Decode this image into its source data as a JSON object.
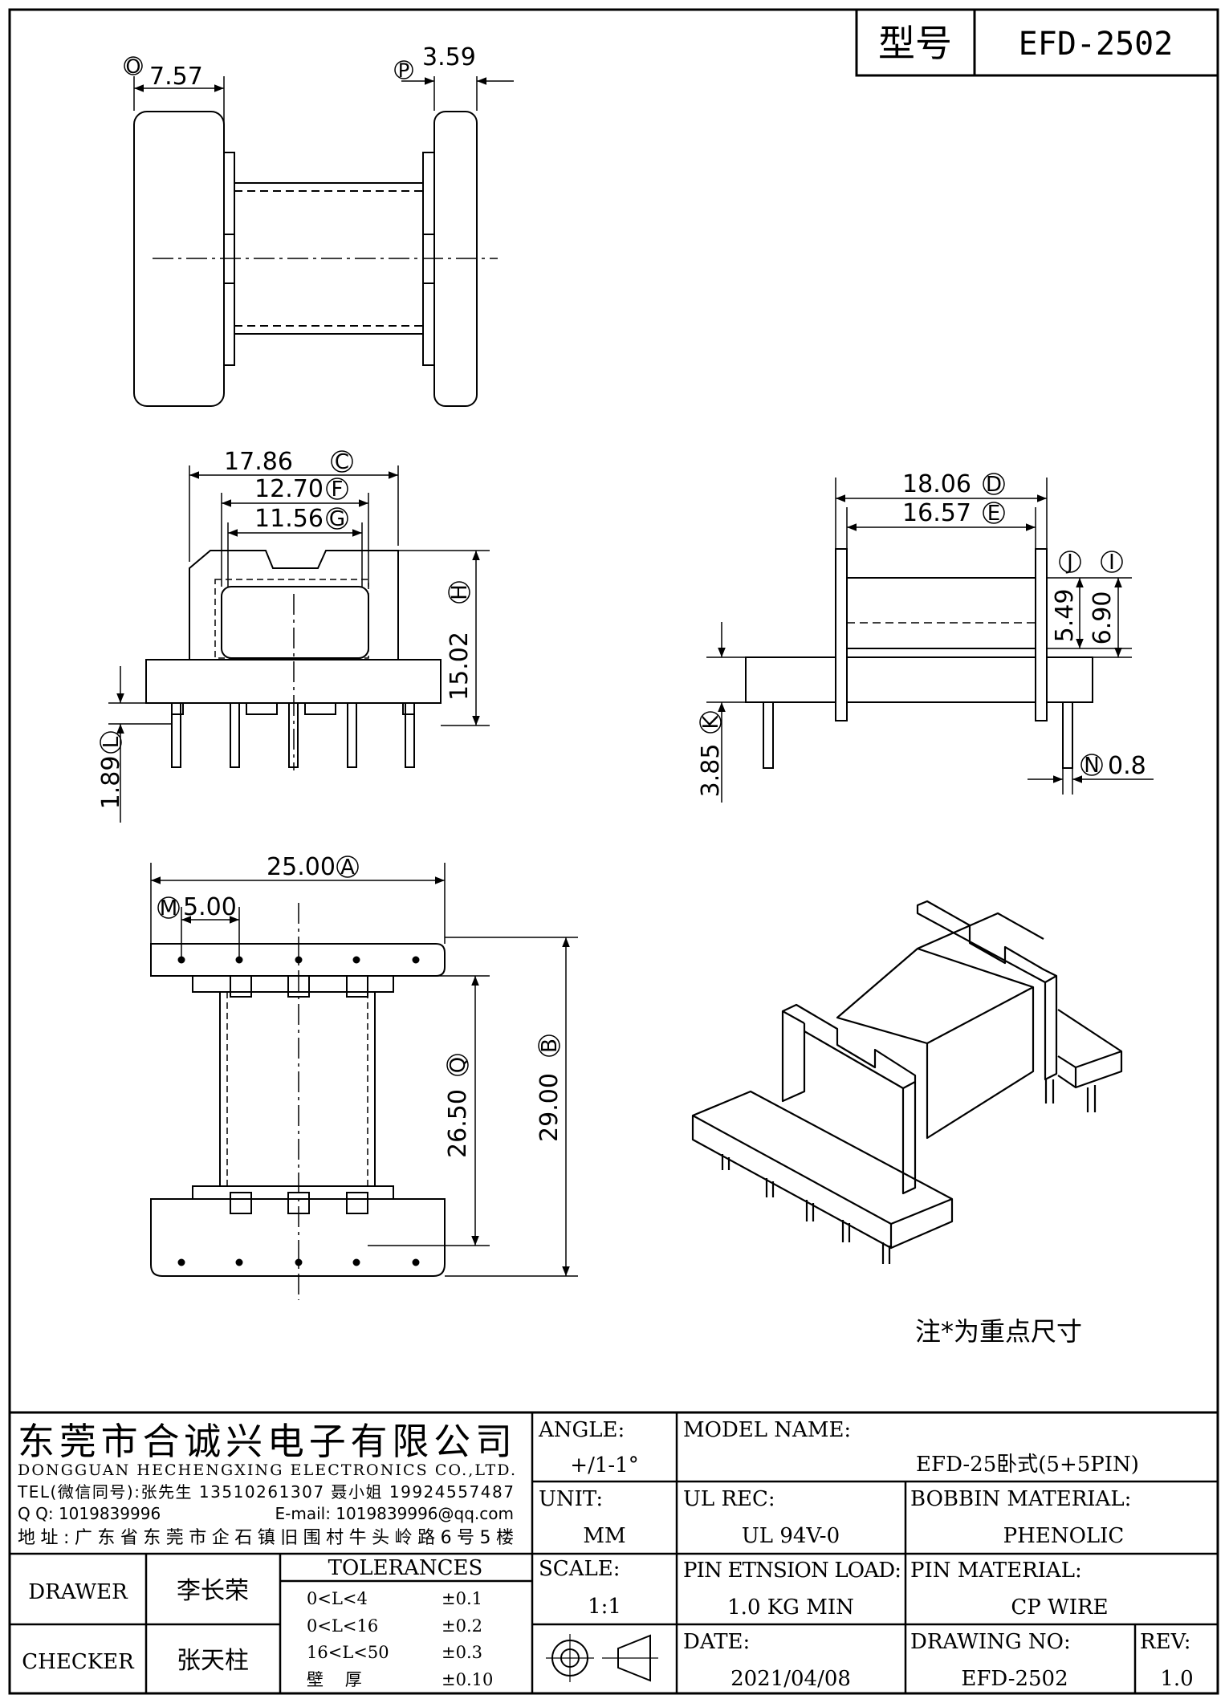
{
  "header": {
    "label": "型号",
    "model": "EFD-2502"
  },
  "views": {
    "top_view": {
      "dim_o": "7.57",
      "ref_o": "O",
      "dim_p": "3.59",
      "ref_p": "P"
    },
    "front_view": {
      "dim_c": "17.86",
      "ref_c": "C",
      "dim_f": "12.70",
      "ref_f": "F",
      "dim_g": "11.56",
      "ref_g": "G",
      "dim_h": "15.02",
      "ref_h": "H",
      "dim_l": "1.89",
      "ref_l": "L"
    },
    "side_view": {
      "dim_d": "18.06",
      "ref_d": "D",
      "dim_e": "16.57",
      "ref_e": "E",
      "dim_j": "5.49",
      "ref_j": "J",
      "dim_i": "6.90",
      "ref_i": "I",
      "dim_k": "3.85",
      "ref_k": "K",
      "dim_n": "0.8",
      "ref_n": "N"
    },
    "bottom_view": {
      "dim_a": "25.00",
      "ref_a": "A",
      "dim_m": "5.00",
      "ref_m": "M",
      "dim_q": "26.50",
      "ref_q": "Q",
      "dim_b": "29.00",
      "ref_b": "B"
    },
    "note": "注*为重点尺寸"
  },
  "title_block": {
    "company_cn": "东莞市合诚兴电子有限公司",
    "company_en": "DONGGUAN HECHENGXING ELECTRONICS CO.,LTD.",
    "tel": "TEL(微信同号):张先生 13510261307 聂小姐 19924557487",
    "qq": "Q Q: 1019839996",
    "email": "E-mail: 1019839996@qq.com",
    "address": "地址:广东省东莞市企石镇旧围村牛头岭路6号5楼",
    "angle_label": "ANGLE:",
    "angle_value": "+/1-1°",
    "unit_label": "UNIT:",
    "unit_value": "MM",
    "scale_label": "SCALE:",
    "scale_value": "1:1",
    "model_name_label": "MODEL NAME:",
    "model_name_value": "EFD-25卧式(5+5PIN)",
    "ul_rec_label": "UL REC:",
    "ul_rec_value": "UL 94V-0",
    "bobbin_material_label": "BOBBIN MATERIAL:",
    "bobbin_material_value": "PHENOLIC",
    "pin_tension_label": "PIN ETNSION LOAD:",
    "pin_tension_value": "1.0 KG MIN",
    "pin_material_label": "PIN MATERIAL:",
    "pin_material_value": "CP WIRE",
    "date_label": "DATE:",
    "date_value": "2021/04/08",
    "drawing_no_label": "DRAWING NO:",
    "drawing_no_value": "EFD-2502",
    "rev_label": "REV:",
    "rev_value": "1.0",
    "drawer_label": "DRAWER",
    "drawer_name": "李长荣",
    "checker_label": "CHECKER",
    "checker_name": "张天柱",
    "tolerances_title": "TOLERANCES",
    "tolerances": [
      {
        "range": "0<L<4",
        "value": "±0.1"
      },
      {
        "range": "0<L<16",
        "value": "±0.2"
      },
      {
        "range": "16<L<50",
        "value": "±0.3"
      },
      {
        "range": "壁    厚",
        "value": "±0.10"
      }
    ]
  }
}
